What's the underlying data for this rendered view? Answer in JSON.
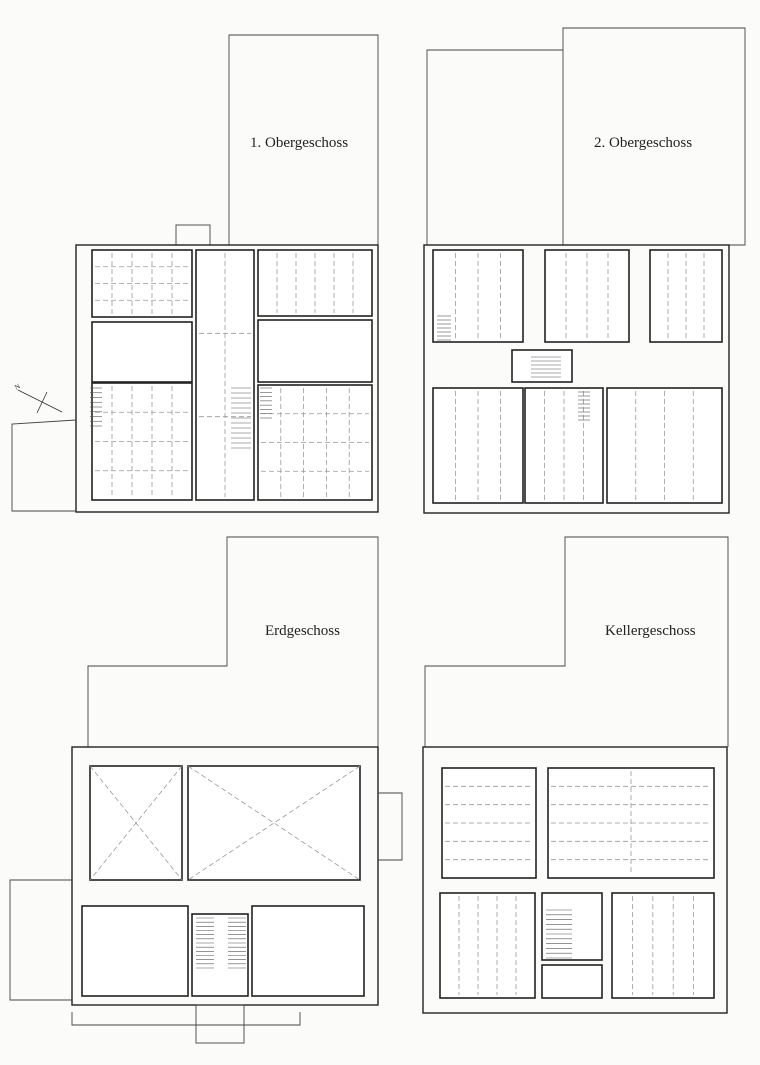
{
  "plans": [
    {
      "label": "1. Obergeschoss"
    },
    {
      "label": "2. Obergeschoss"
    },
    {
      "label": "Erdgeschoss"
    },
    {
      "label": "Kellergeschoss"
    }
  ],
  "north_arrow": {
    "letter": "N"
  }
}
